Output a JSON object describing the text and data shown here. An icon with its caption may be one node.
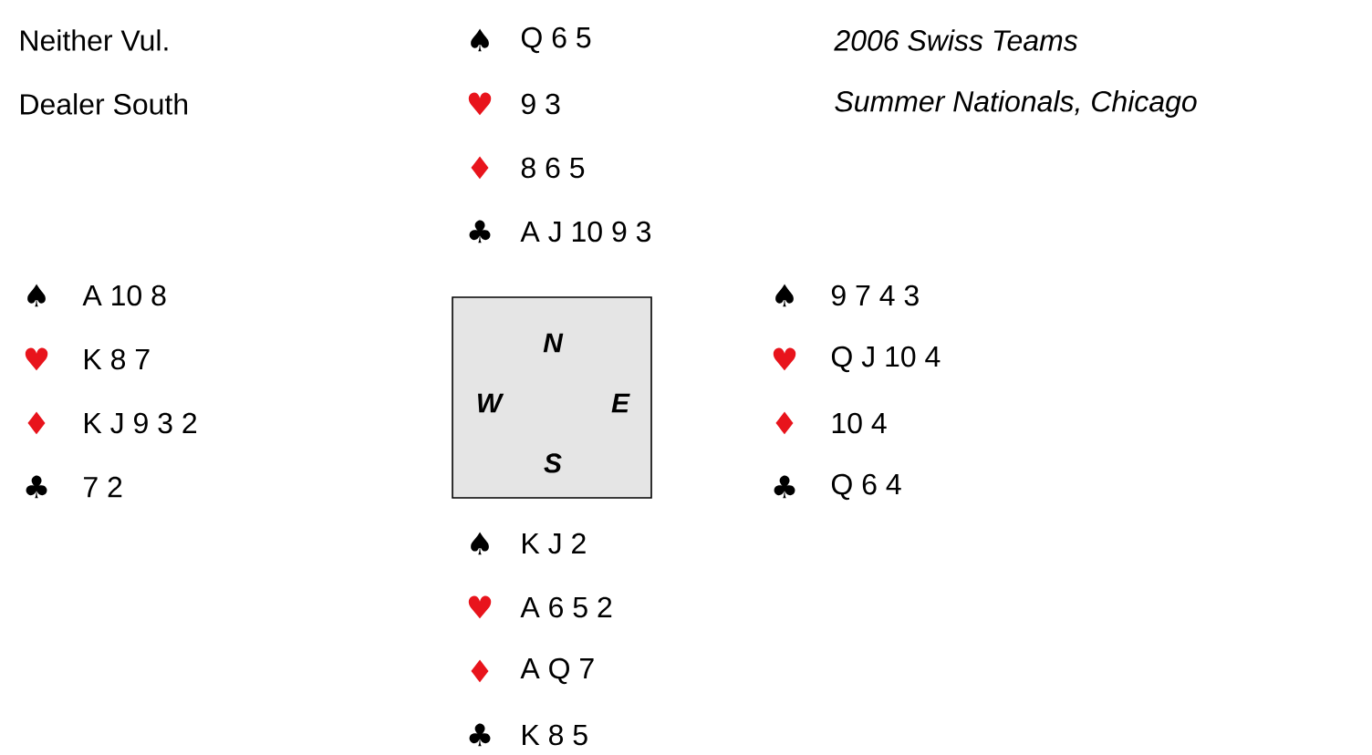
{
  "diagram": {
    "nodes": [
      {
        "text": [
          "N",
          "W",
          "E",
          "S"
        ]
      }
    ],
    "labels": [
      "Neither Vul.",
      "♠",
      "Q 6 5",
      "2006 Swiss Teams",
      "Dealer South",
      "♥",
      "9 3",
      "Summer Nationals, Chicago",
      "♦",
      "8 6 5",
      "♣",
      "A J 10 9 3",
      "♠",
      "A 10 8",
      "♠",
      "9 7 4 3",
      "♥",
      "K 8 7",
      "♥",
      "Q J 10 4",
      "♦",
      "K J 9 3 2",
      "♦",
      "10 4",
      "♣",
      "7 2",
      "♣",
      "Q 6 4",
      "♠",
      "K J 2",
      "♥",
      "A 6 5 2",
      "♦",
      "A Q 7",
      "♣",
      "K 8 5"
    ]
  }
}
